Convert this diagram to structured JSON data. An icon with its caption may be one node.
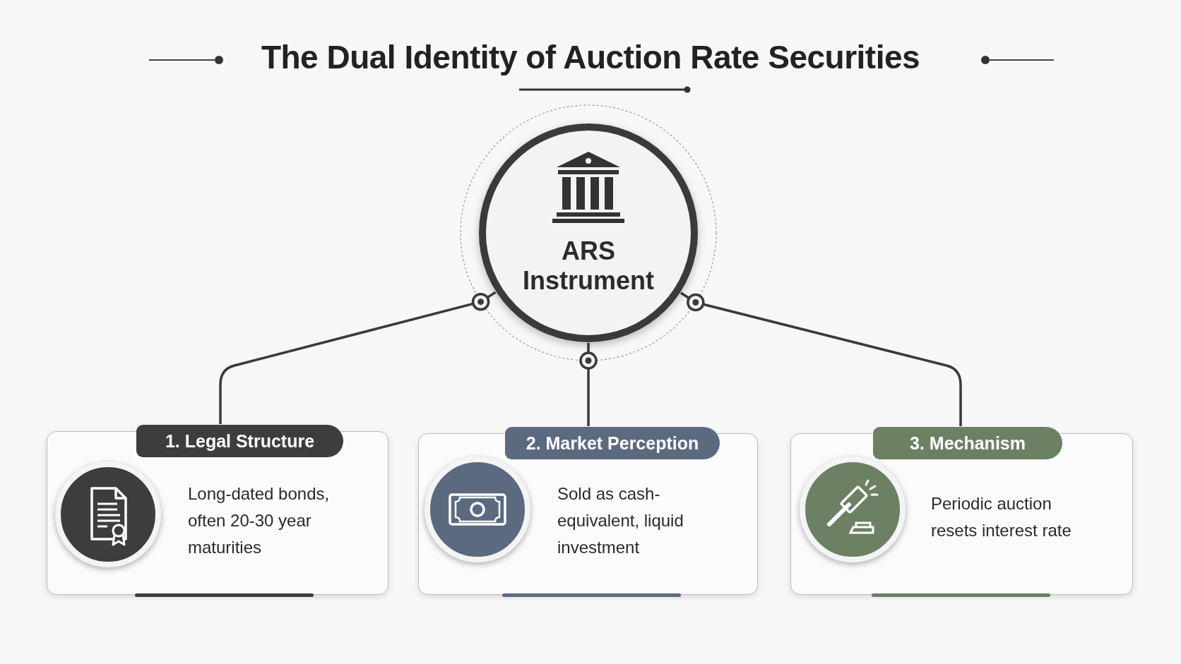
{
  "diagram": {
    "title": "The Dual Identity of Auction Rate Securities",
    "nodes": [
      {
        "text": [
          "ARS Instrument"
        ]
      },
      {
        "text": [
          "1. Legal Structure",
          "Long-dated bonds, often 20-30 year maturities"
        ]
      },
      {
        "text": [
          "2. Market Perception",
          "Sold as cash-equivalent, liquid investment"
        ]
      },
      {
        "text": [
          "3. Mechanism",
          "Periodic auction resets interest rate"
        ]
      }
    ],
    "edges": [
      {
        "from": 0,
        "to": 1,
        "arrow": "none"
      },
      {
        "from": 0,
        "to": 2,
        "arrow": "none"
      },
      {
        "from": 0,
        "to": 3,
        "arrow": "none"
      }
    ]
  }
}
